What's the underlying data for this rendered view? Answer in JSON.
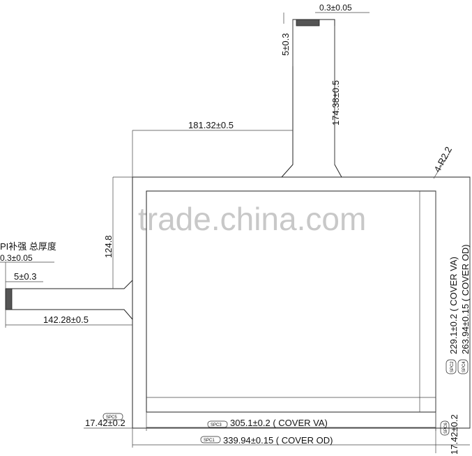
{
  "dimensions": {
    "top_fpc_thickness": "0.3±0.05",
    "top_tail_height": "5±0.3",
    "top_tail_length": "174.38±0.5",
    "top_tail_offset": "181.32±0.5",
    "corner_radius": "4-R2.2",
    "side_tail_offset": "124.8",
    "pi_label": "PI补强 总厚度",
    "side_fpc_thickness": "0.3±0.05",
    "side_tail_height": "5±0.3",
    "side_tail_length": "142.28±0.5",
    "va_height": "229.1±0.2 ( COVER VA)",
    "od_height": "263.94±0.15 ( COVER OD)",
    "va_width": "305.1±0.2 ( COVER VA)",
    "od_width": "339.94±0.15 ( COVER OD)",
    "margin_left": "17.42±0.2",
    "margin_bottom": "17.42±0.2"
  },
  "spc_tags": {
    "spc1": "SPC1",
    "spc2": "SPC2",
    "spc3": "SPC3",
    "spc4": "SPC4",
    "spc5": "SPC5",
    "spc6": "SPC6"
  },
  "watermark": "trade.china.com"
}
